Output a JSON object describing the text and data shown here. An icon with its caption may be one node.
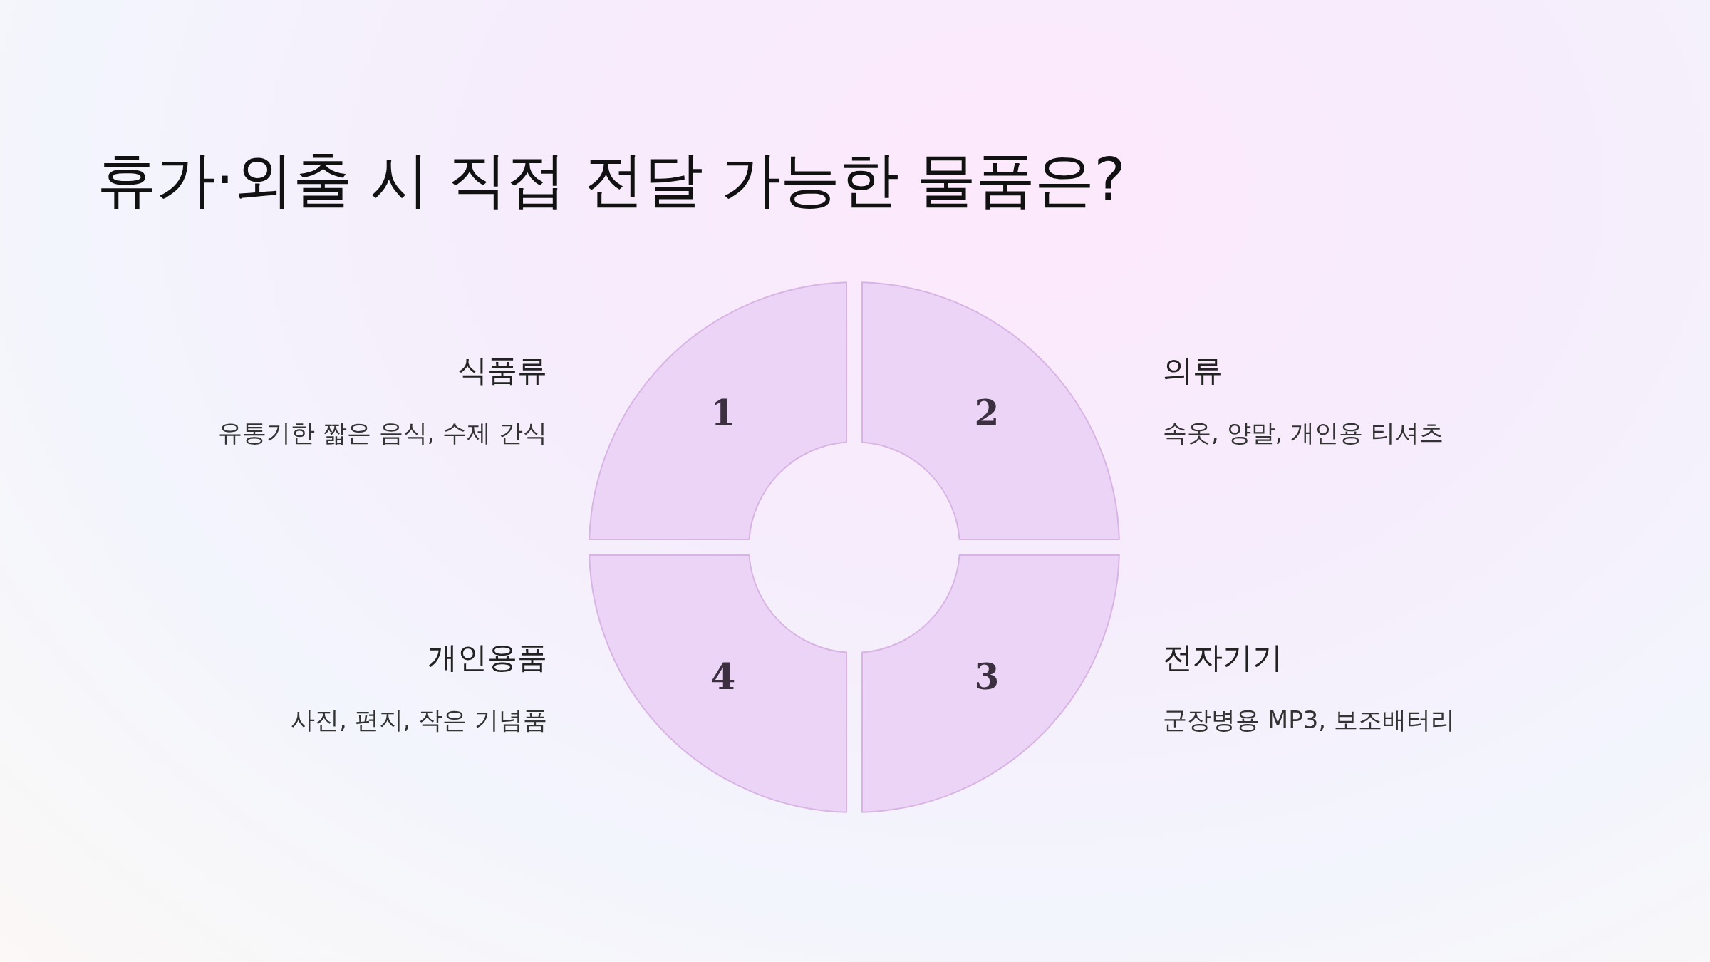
{
  "diagram": {
    "title": "휴가·외출 시 직접 전달 가능한 물품은?",
    "nodes": [
      {
        "text": [
          "1"
        ],
        "beside": [
          "식품류",
          "유통기한 짧은 음식, 수제 간식"
        ]
      },
      {
        "text": [
          "2"
        ],
        "beside": [
          "의류",
          "속옷, 양말, 개인용 티셔츠"
        ]
      },
      {
        "text": [
          "3"
        ],
        "beside": [
          "전자기기",
          "군장병용 MP3, 보조배터리"
        ]
      },
      {
        "text": [
          "4"
        ],
        "beside": [
          "개인용품",
          "사진, 편지, 작은 기념품"
        ]
      }
    ]
  }
}
